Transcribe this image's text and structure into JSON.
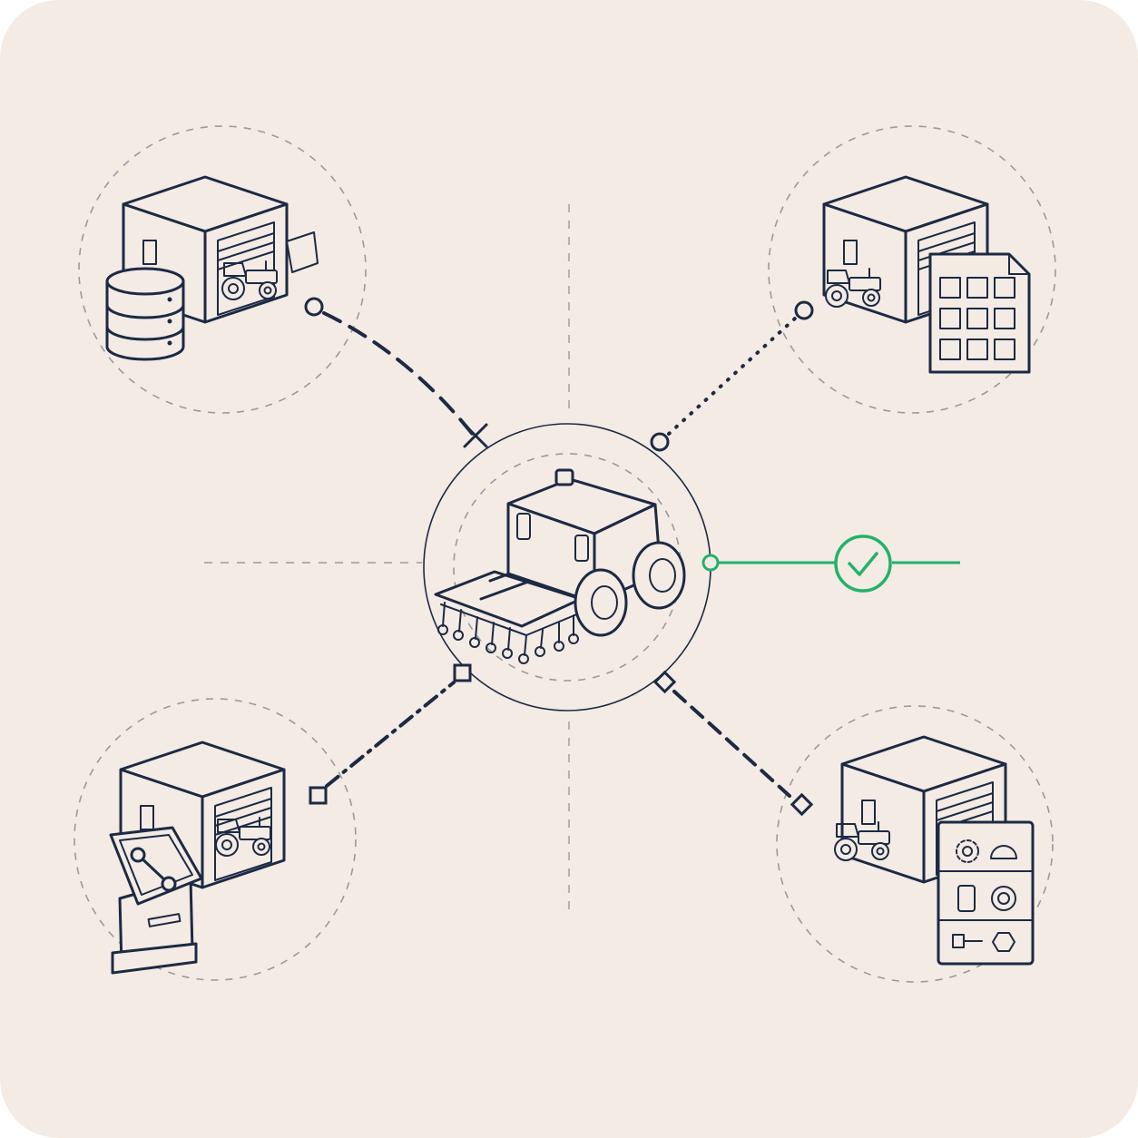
{
  "colors": {
    "background": "#f3ebe4",
    "ink": "#1c2a44",
    "guide": "#9a9aa0",
    "success": "#22b26a"
  },
  "diagram": {
    "hub": {
      "icon": "autonomous-tractor-with-cultivator-icon"
    },
    "nodes": [
      {
        "position": "top-left",
        "icon": "garage-with-tractor-and-database-icon",
        "connector": "dashed",
        "hub_marker": "cross"
      },
      {
        "position": "top-right",
        "icon": "garage-with-tractor-and-spreadsheet-icon",
        "connector": "dotted",
        "hub_marker": "circle"
      },
      {
        "position": "bottom-left",
        "icon": "garage-with-tractor-and-repair-kiosk-icon",
        "connector": "dash-dot",
        "hub_marker": "square"
      },
      {
        "position": "bottom-right",
        "icon": "garage-with-tractor-and-parts-shelf-icon",
        "connector": "dashed",
        "hub_marker": "diamond"
      }
    ],
    "success_link": {
      "direction": "right",
      "icon": "check-circle-icon",
      "connector": "solid"
    }
  }
}
